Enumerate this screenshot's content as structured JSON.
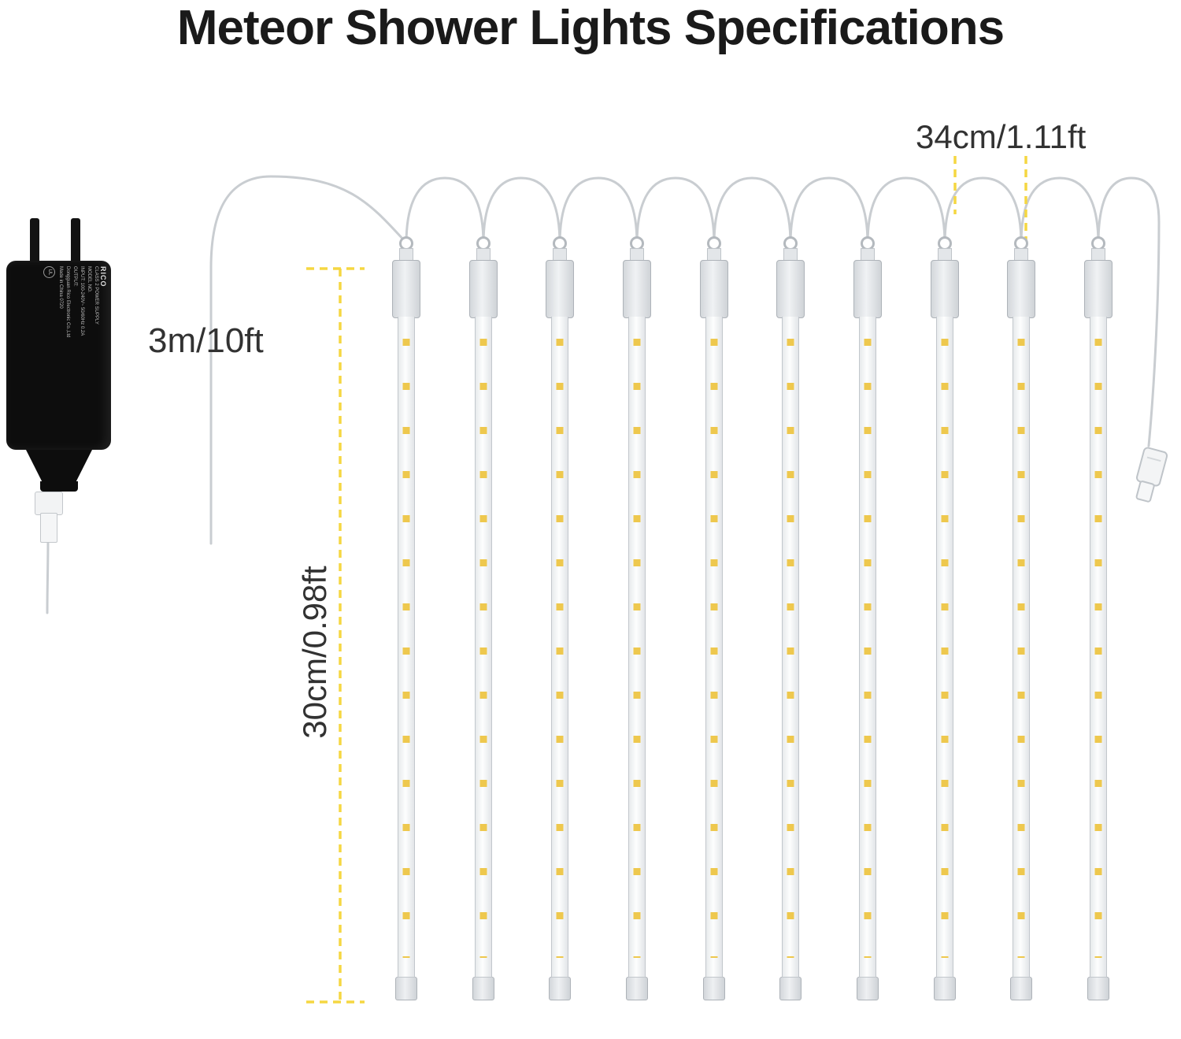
{
  "title": "Meteor Shower Lights Specifications",
  "measurements": {
    "cord_length": "3m/10ft",
    "tube_spacing": "34cm/1.11ft",
    "tube_length": "30cm/0.98ft"
  },
  "adapter": {
    "brand": "RICO",
    "lines": [
      "CLASS 2 POWER SUPPLY",
      "MODEL NO.",
      "INPUT: 100-240V~ 50/60Hz 0.2A",
      "OUTPUT:",
      "Dongguan Rico Electronic Co.,Ltd",
      "Made in China 0720"
    ],
    "ul_mark": "UL"
  },
  "string": {
    "tube_count": 10,
    "leds_per_tube": 14
  },
  "colors": {
    "accent_dashed": "#f5d742",
    "led": "#eec84e",
    "wire": "#c9cdd1",
    "adapter_body": "#0d0d0d",
    "title_text": "#1a1a1a"
  }
}
